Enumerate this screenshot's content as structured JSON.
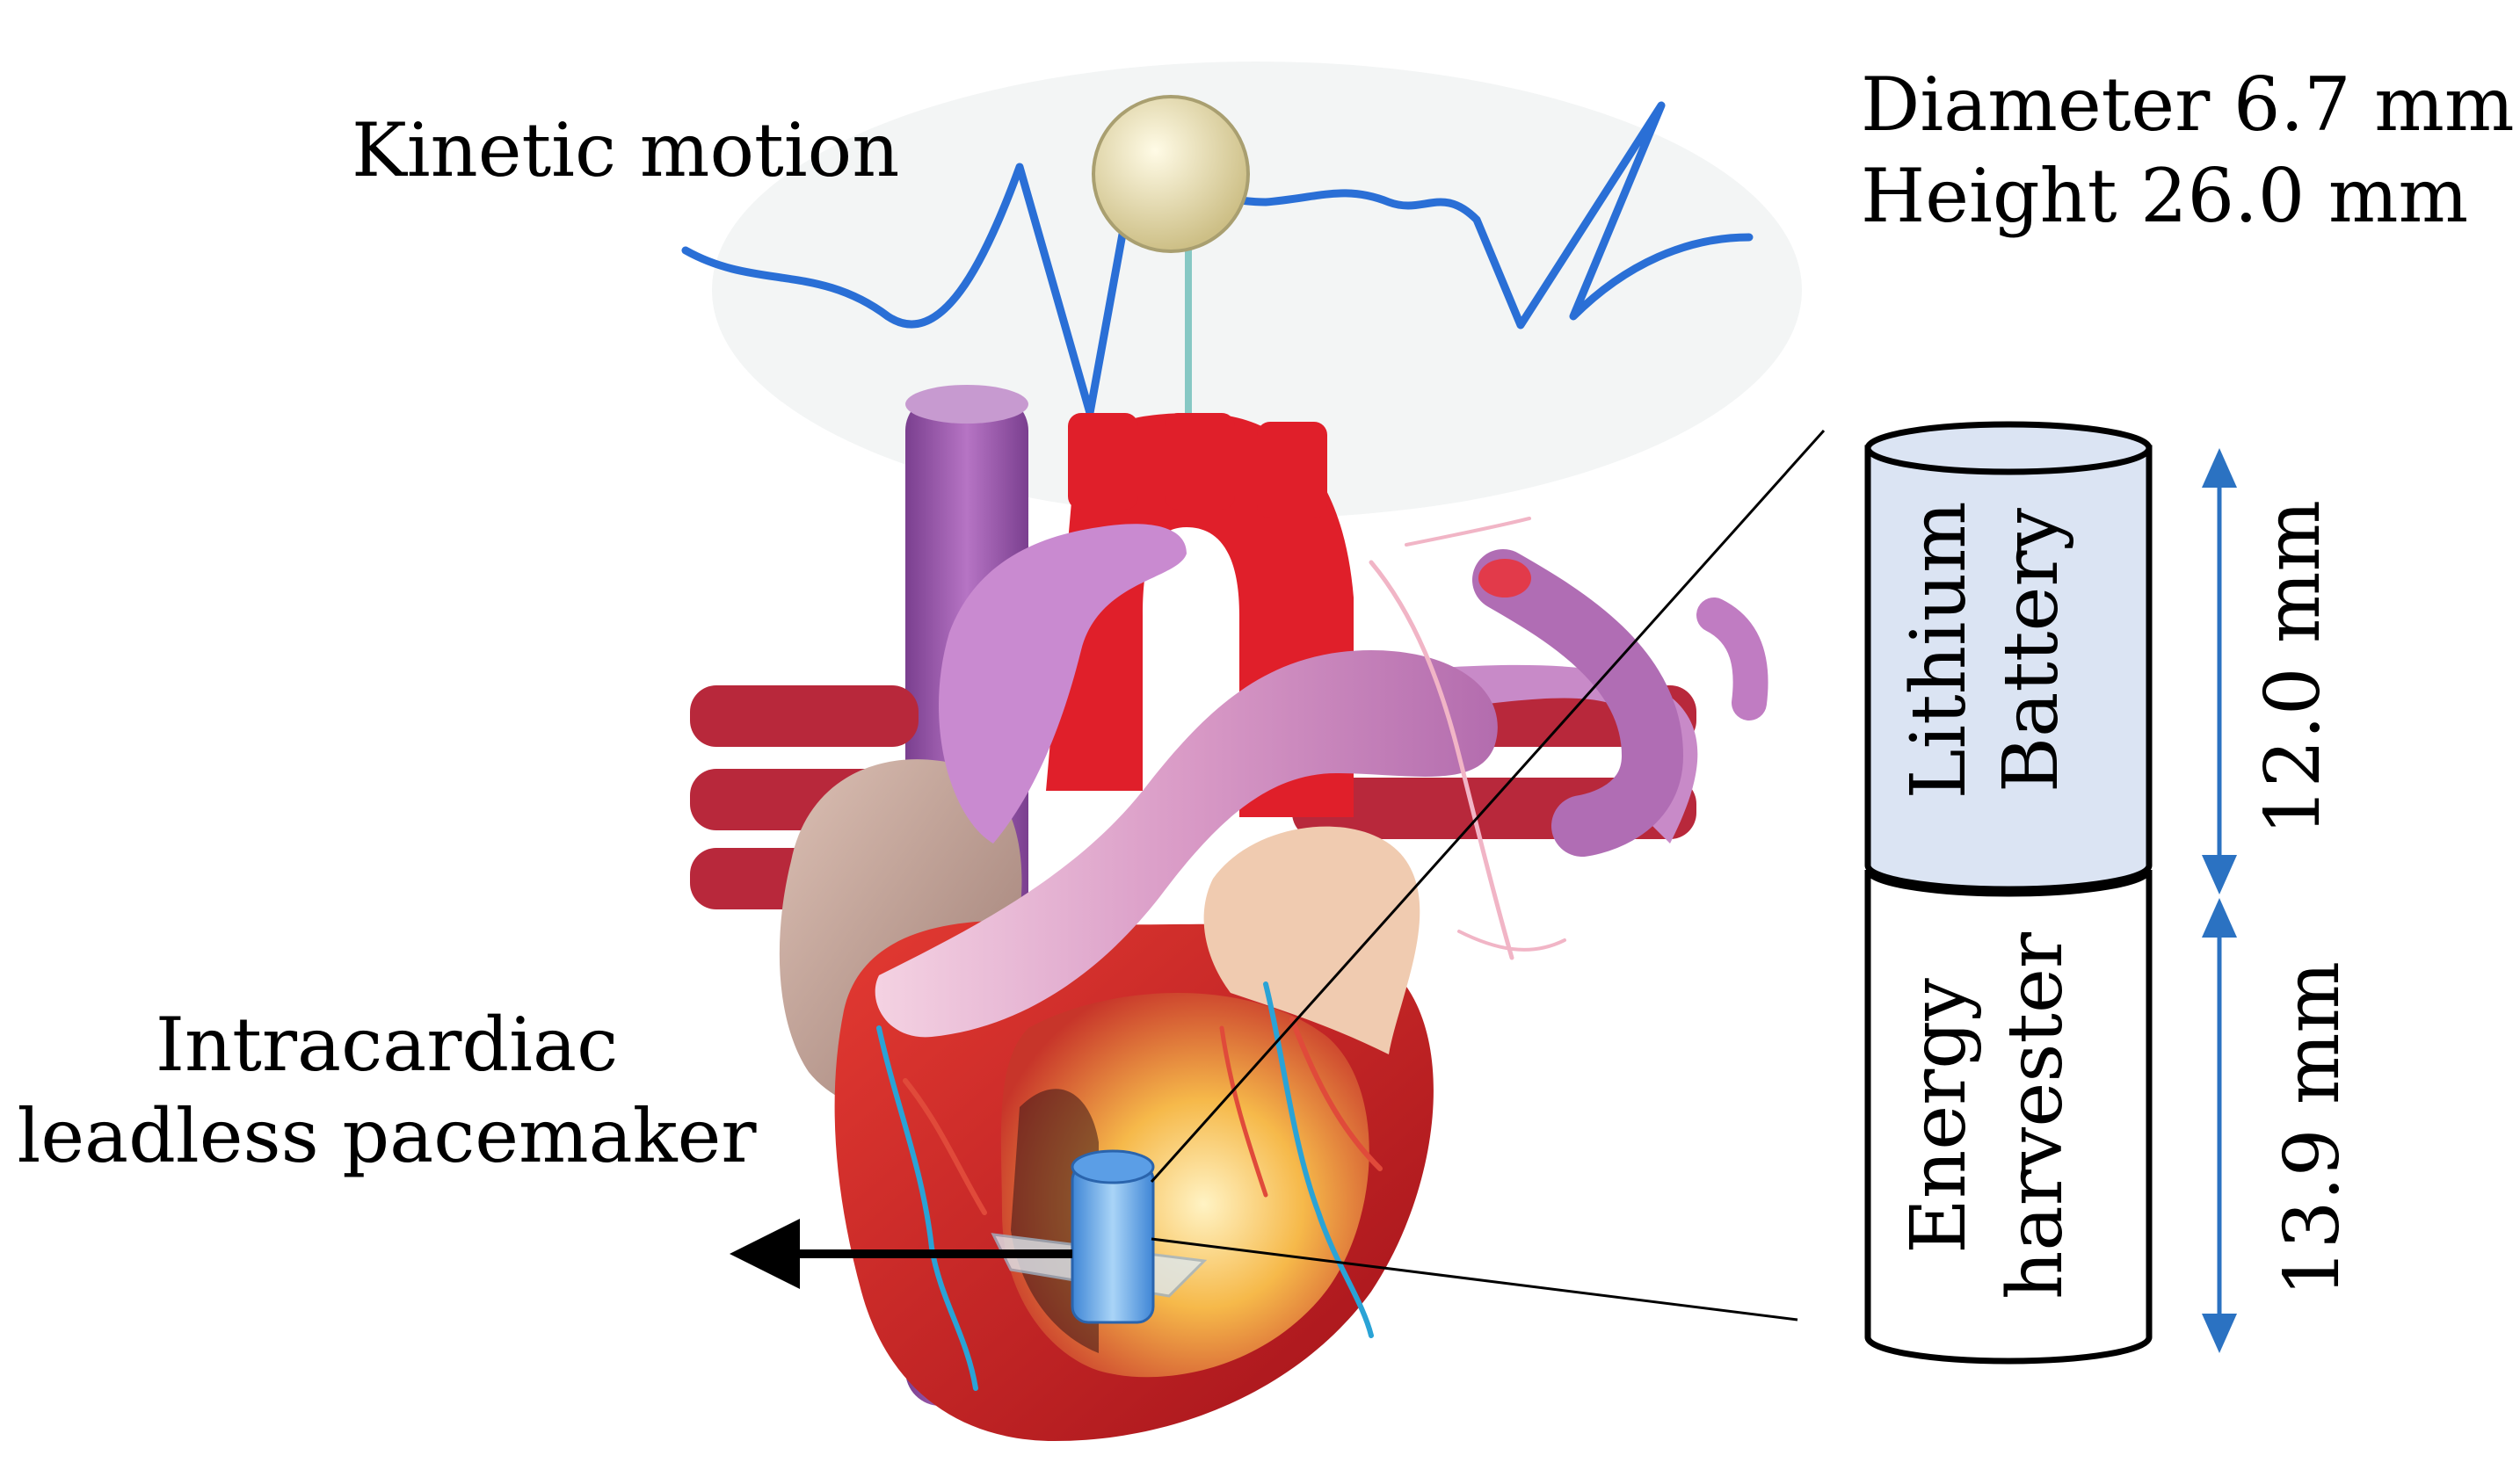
{
  "labels": {
    "kinetic_motion": "Kinetic motion",
    "device_name_line1": "Intracardiac",
    "device_name_line2": "leadless pacemaker",
    "diameter": "Diameter 6.7 mm",
    "height": "Height 26.0 mm"
  },
  "device": {
    "battery_line1": "Lithium",
    "battery_line2": "Battery",
    "battery_length": "12.0 mm",
    "harvester_line1": "Energy",
    "harvester_line2": "harvester",
    "harvester_length": "13.9 mm"
  },
  "colors": {
    "battery_fill": "#dbe4f3",
    "dimension_arrow": "#2b72c2",
    "ecg_trace": "#2a6fd6",
    "aorta": "#e01f2a",
    "vena_cava": "#9b52a6",
    "pulmonary_vein": "#b8283b"
  }
}
